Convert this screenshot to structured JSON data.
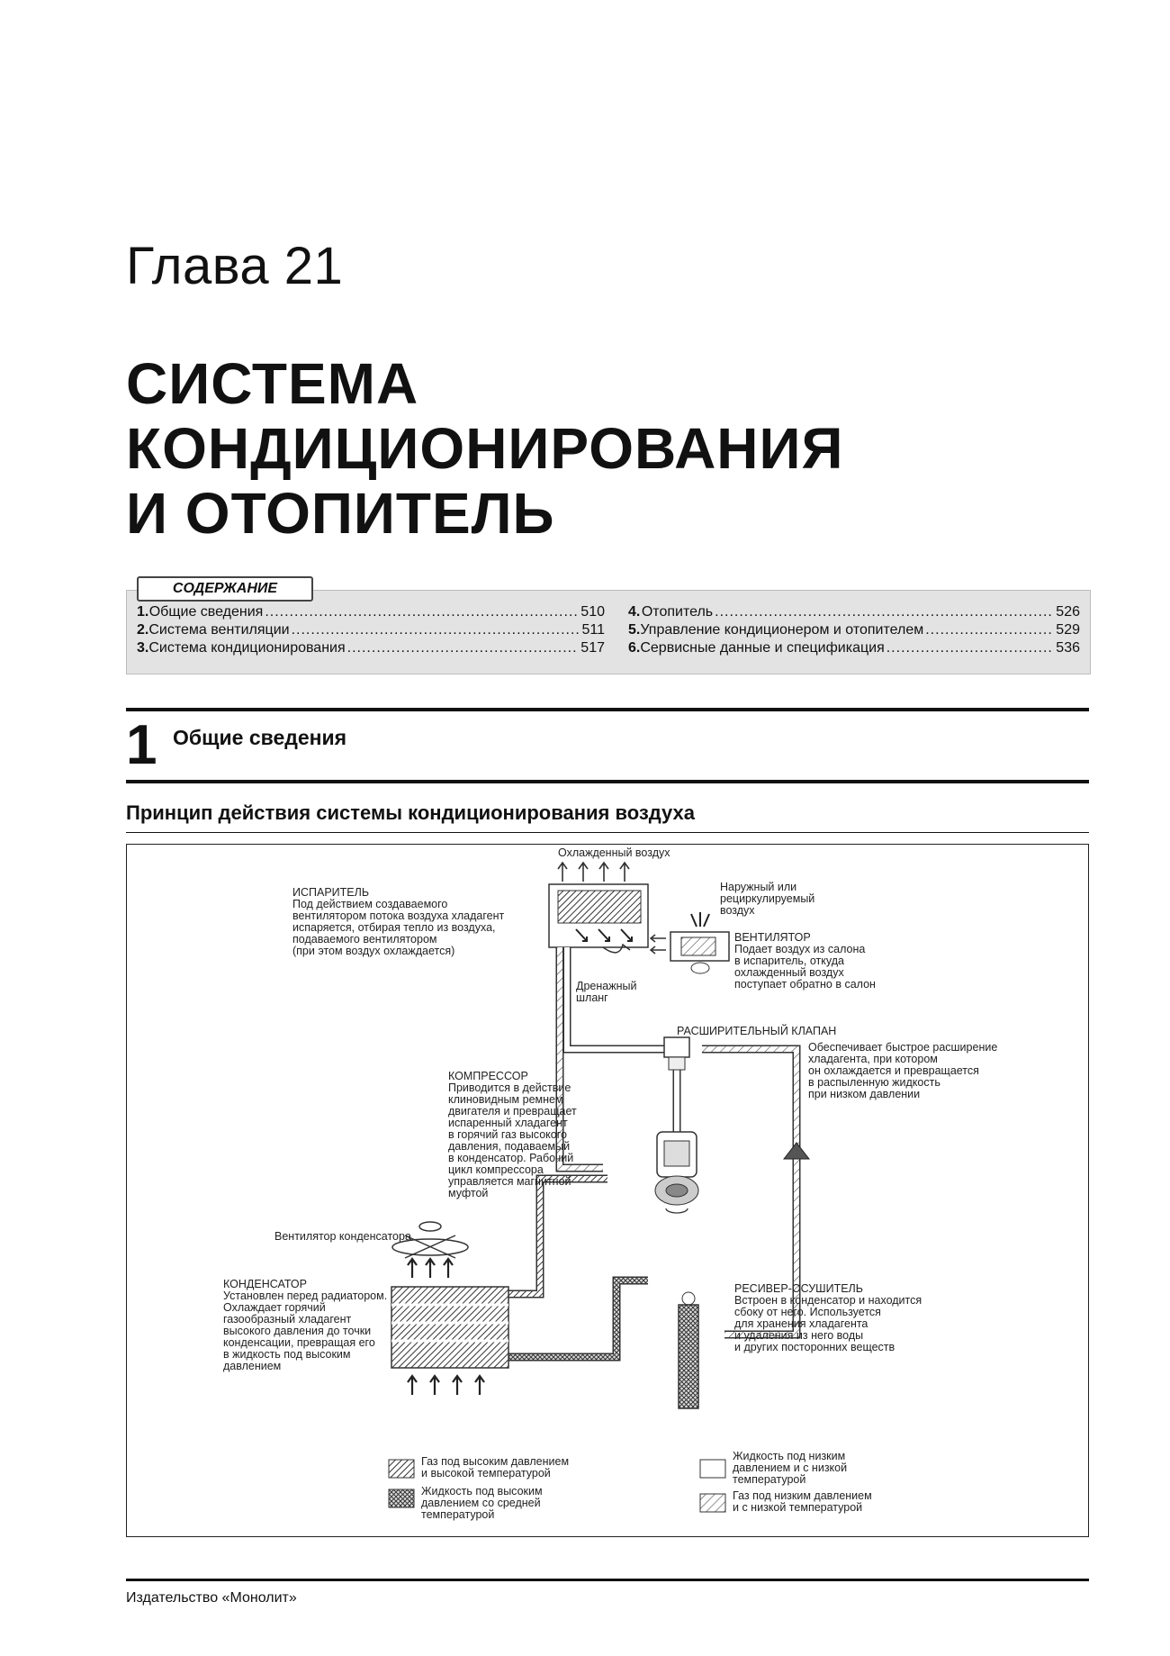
{
  "chapter": "Глава 21",
  "title_lines": [
    "СИСТЕМА",
    "КОНДИЦИОНИРОВАНИЯ",
    "И ОТОПИТЕЛЬ"
  ],
  "toc": {
    "label": "СОДЕРЖАНИЕ",
    "items": [
      {
        "num": "1.",
        "title": "Общие сведения",
        "page": "510"
      },
      {
        "num": "2.",
        "title": "Система вентиляции",
        "page": "511"
      },
      {
        "num": "3.",
        "title": "Система кондиционирования",
        "page": "517"
      },
      {
        "num": "4.",
        "title": "Отопитель",
        "page": "526"
      },
      {
        "num": "5.",
        "title": "Управление кондиционером и отопителем",
        "page": "529"
      },
      {
        "num": "6.",
        "title": "Сервисные данные и спецификация",
        "page": "536"
      }
    ]
  },
  "section": {
    "num": "1",
    "title": "Общие сведения"
  },
  "subsection_title": "Принцип действия системы кондиционирования воздуха",
  "diagram": {
    "cooled_air": "Охлажденный воздух",
    "outside_air": [
      "Наружный или",
      "рециркулируемый",
      "воздух"
    ],
    "evaporator": [
      "ИСПАРИТЕЛЬ",
      "Под действием создаваемого",
      "вентилятором потока воздуха хладагент",
      "испаряется, отбирая тепло из воздуха,",
      "подаваемого вентилятором",
      "(при этом воздух охлаждается)"
    ],
    "fan": [
      "ВЕНТИЛЯТОР",
      "Подает воздух из салона",
      "в испаритель, откуда",
      "охлажденный воздух",
      "поступает обратно в салон"
    ],
    "drain": [
      "Дренажный",
      "шланг"
    ],
    "expansion_valve": [
      "РАСШИРИТЕЛЬНЫЙ КЛАПАН",
      "Обеспечивает быстрое расширение",
      "хладагента, при котором",
      "он охлаждается и превращается",
      "в распыленную жидкость",
      "при низком давлении"
    ],
    "compressor": [
      "КОМПРЕССОР",
      "Приводится в действие",
      "клиновидным ремнем",
      "двигателя и превращает",
      "испаренный хладагент",
      "в горячий газ высокого",
      "давления, подаваемый",
      "в конденсатор. Рабочий",
      "цикл компрессора",
      "управляется магнитной",
      "муфтой"
    ],
    "condenser_fan": "Вентилятор конденсатора",
    "condenser": [
      "КОНДЕНСАТОР",
      "Установлен перед радиатором.",
      "Охлаждает горячий",
      "газообразный хладагент",
      "высокого давления до точки",
      "конденсации, превращая его",
      "в жидкость под высоким",
      "давлением"
    ],
    "receiver": [
      "РЕСИВЕР-ОСУШИТЕЛЬ",
      "Встроен в конденсатор и находится",
      "сбоку от него. Используется",
      "для хранения хладагента",
      "и удаления из него воды",
      "и других посторонних веществ"
    ],
    "legend": [
      {
        "pattern": "diag-dense",
        "lines": [
          "Газ под высоким давлением",
          "и высокой температурой"
        ]
      },
      {
        "pattern": "cross",
        "lines": [
          "Жидкость под высоким",
          "давлением со средней",
          "температурой"
        ]
      },
      {
        "pattern": "empty",
        "lines": [
          "Жидкость под низким",
          "давлением и с низкой",
          "температурой"
        ]
      },
      {
        "pattern": "diag-sparse",
        "lines": [
          "Газ под низким давлением",
          "и с низкой температурой"
        ]
      }
    ]
  },
  "publisher": "Издательство «Монолит»"
}
